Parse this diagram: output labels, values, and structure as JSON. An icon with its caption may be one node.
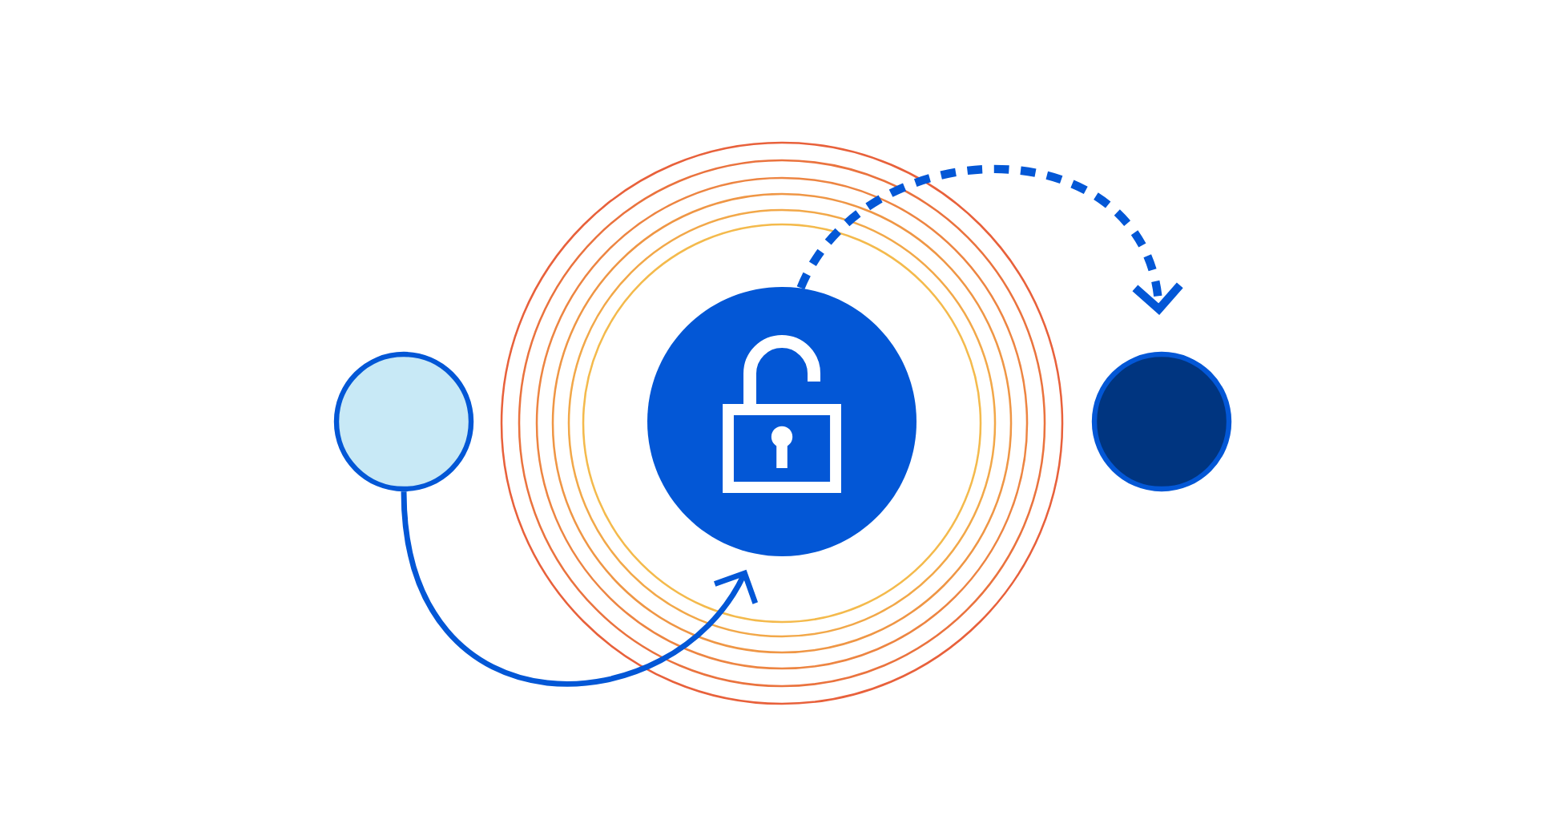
{
  "diagram": {
    "nodes": [
      {
        "text": [],
        "shape": "circle"
      },
      {
        "text": [],
        "shape": "circle"
      },
      {
        "text": [],
        "shape": "circle"
      }
    ],
    "edges": [
      {
        "from": 0,
        "to": 1,
        "arrow": "to"
      },
      {
        "from": 1,
        "to": 2,
        "arrow": "to",
        "style": "dashed"
      }
    ]
  }
}
